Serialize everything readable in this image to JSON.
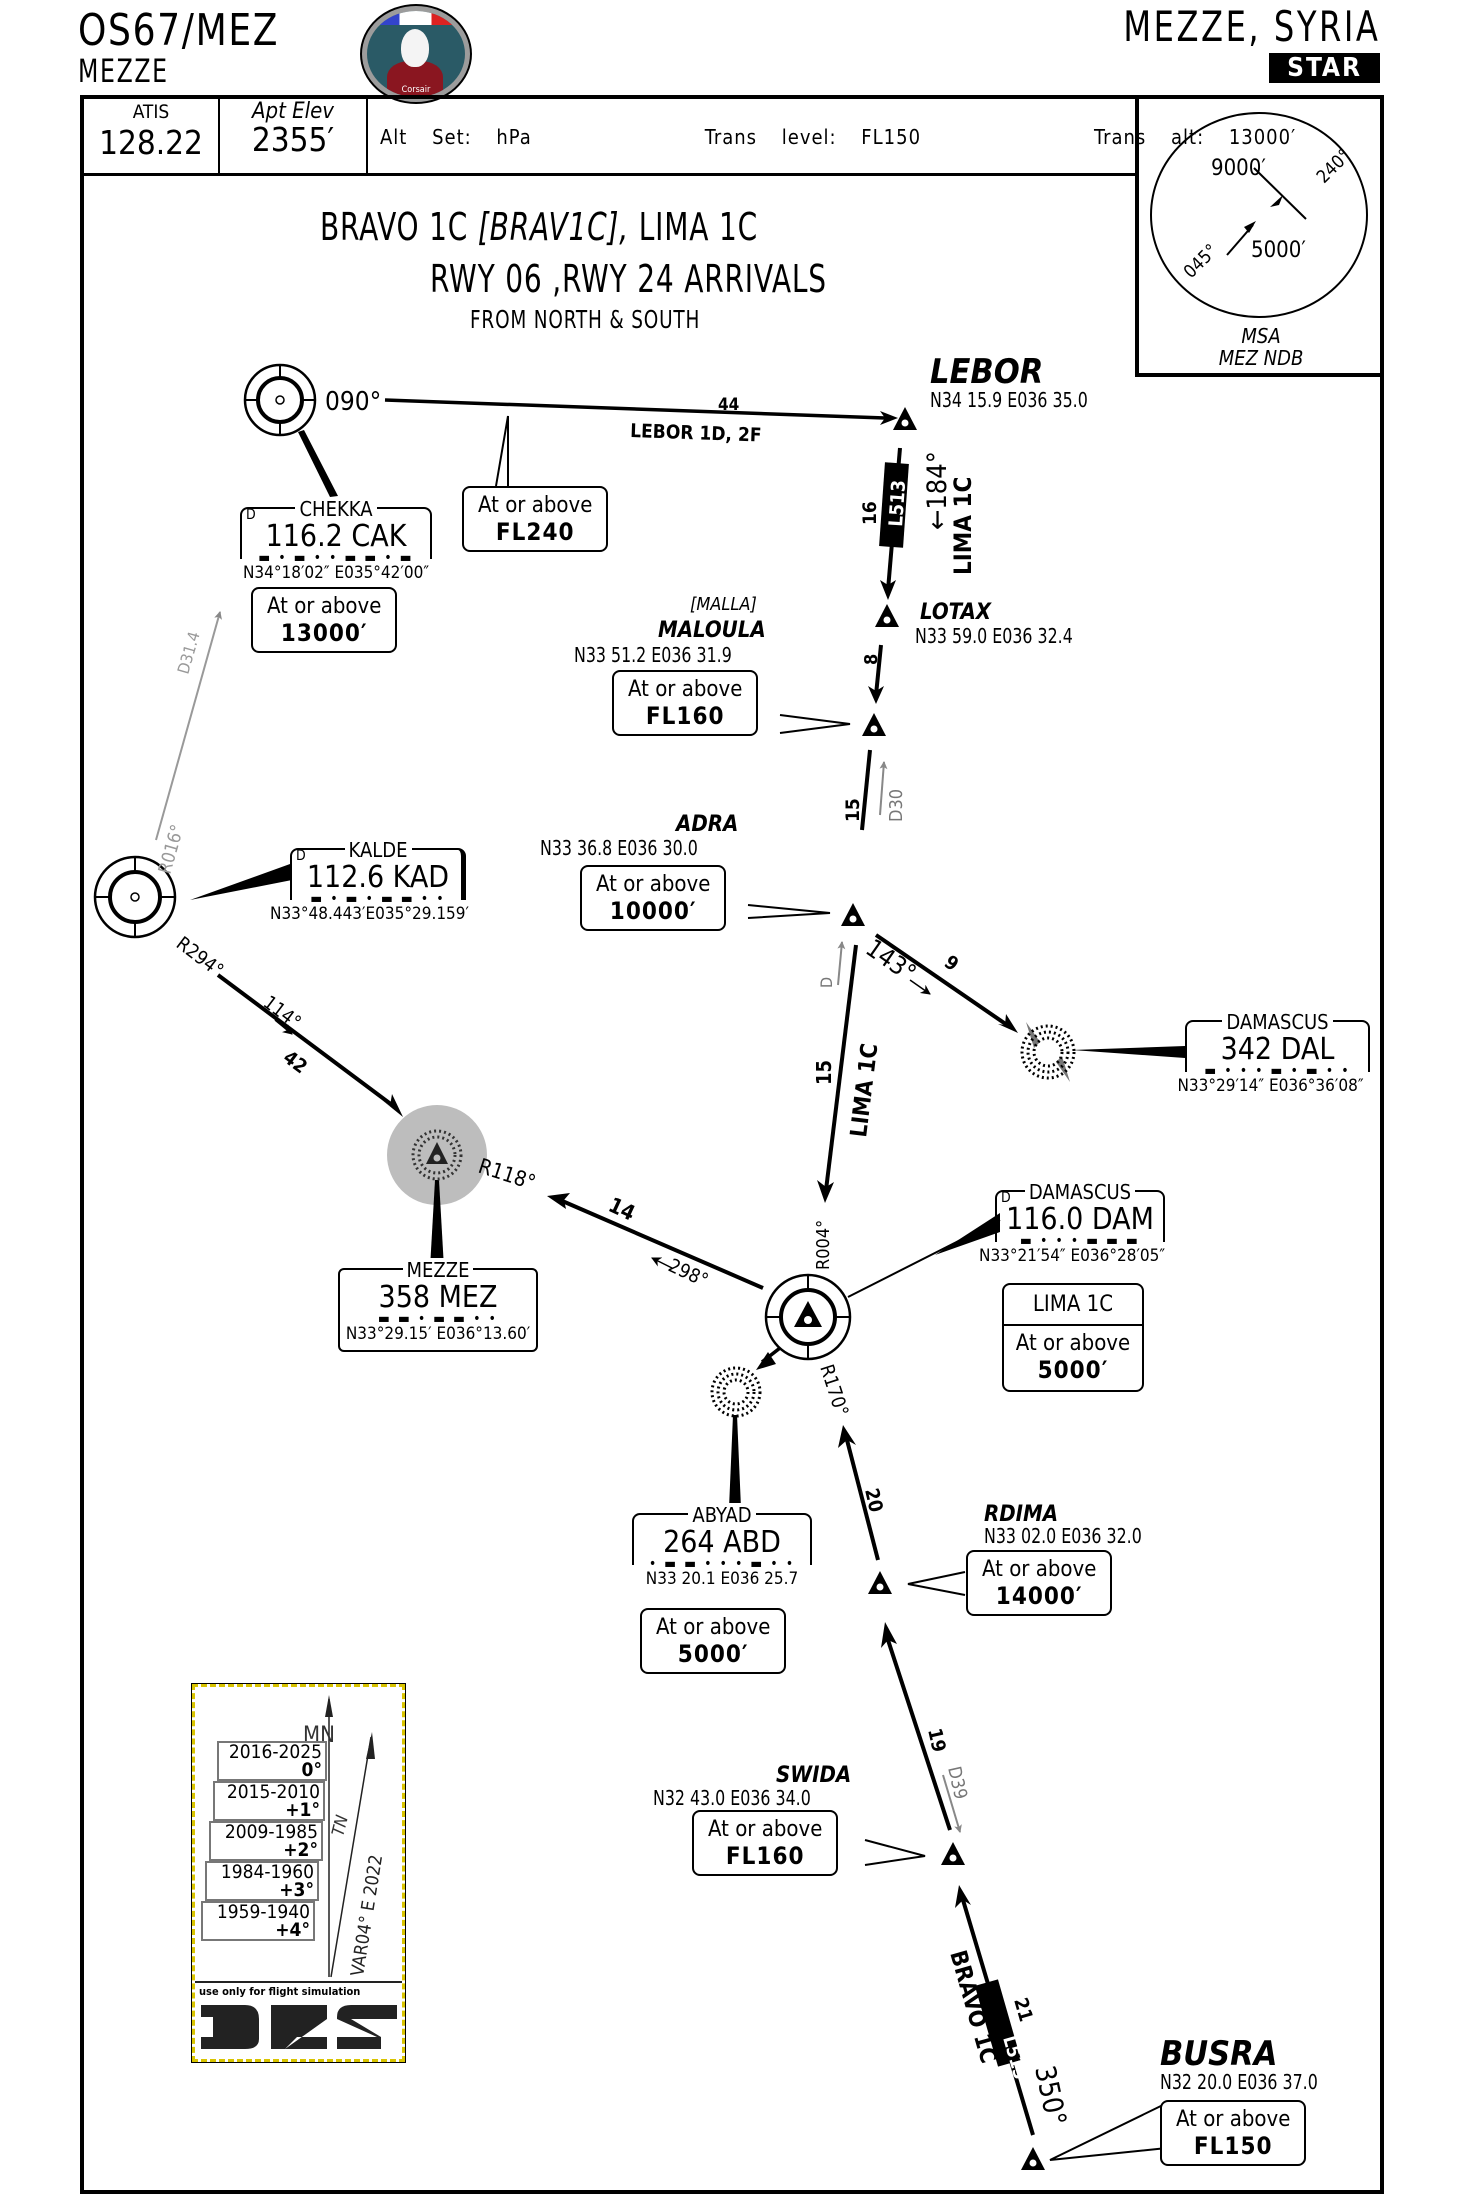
{
  "header": {
    "airport_code": "OS67/MEZ",
    "airport_name": "MEZZE",
    "location": "MEZZE, SYRIA",
    "chart_type": "STAR",
    "logo_text": "Corsair"
  },
  "info_bar": {
    "atis_label": "ATIS",
    "atis_freq": "128.22",
    "elev_label": "Apt Elev",
    "elev_value": "2355′",
    "alt_set": "Alt Set: hPa",
    "trans_level": "Trans level: FL150",
    "trans_alt": "Trans alt: 13000′"
  },
  "msa": {
    "upper_alt": "9000′",
    "lower_alt": "5000′",
    "bearing_ne": "240°",
    "bearing_sw": "045°",
    "label": "MSA",
    "ref": "MEZ  NDB"
  },
  "title": {
    "line1_a": "BRAVO 1C",
    "line1_code": "[BRAV1C],",
    "line1_b": "LIMA 1C",
    "line2": "RWY 06 ,RWY 24 ARRIVALS",
    "line3": "FROM NORTH & SOUTH"
  },
  "fixes": {
    "lebor": {
      "name": "LEBOR",
      "coord": "N34 15.9 E036 35.0"
    },
    "lotax": {
      "name": "LOTAX",
      "coord": "N33 59.0 E036 32.4"
    },
    "maloula": {
      "alias": "[MALLA]",
      "name": "MALOULA",
      "coord": "N33 51.2 E036 31.9",
      "alt_label": "At or above",
      "alt_value": "FL160"
    },
    "adra": {
      "name": "ADRA",
      "coord": "N33 36.8 E036 30.0",
      "alt_label": "At or above",
      "alt_value": "10000′"
    },
    "rdima": {
      "name": "RDIMA",
      "coord": "N33 02.0 E036 32.0",
      "alt_label": "At or above",
      "alt_value": "14000′"
    },
    "swida": {
      "name": "SWIDA",
      "coord": "N32 43.0 E036 34.0",
      "alt_label": "At or above",
      "alt_value": "FL160"
    },
    "busra": {
      "name": "BUSRA",
      "coord": "N32 20.0 E036 37.0",
      "alt_label": "At or above",
      "alt_value": "FL150"
    }
  },
  "navaids": {
    "chekka": {
      "name": "CHEKKA",
      "dme": "D",
      "freq": "116.2 CAK",
      "morse": "▬ • ▬ •  • ▬  ▬ • ▬",
      "coord": "N34°18′02″ E035°42′00″",
      "alt_label": "At or above",
      "alt_value": "13000′"
    },
    "kalde": {
      "name": "KALDE",
      "dme": "D",
      "freq": "112.6 KAD",
      "morse": "▬ • ▬  • ▬  ▬ • •",
      "coord": "N33°48.443′E035°29.159′"
    },
    "dal": {
      "name": "DAMASCUS",
      "freq": "342 DAL",
      "morse": "▬ • •  • ▬  • ▬ • •",
      "coord": "N33°29′14″ E036°36′08″"
    },
    "mez": {
      "name": "MEZZE",
      "freq": "358 MEZ",
      "morse": "▬ ▬  •  ▬ ▬ • •",
      "coord": "N33°29.15′ E036°13.60′"
    },
    "dam": {
      "name": "DAMASCUS",
      "dme": "D",
      "freq": "116.0 DAM",
      "morse": "▬ • •  • ▬  ▬ ▬",
      "coord": "N33°21′54″ E036°28′05″",
      "proc": "LIMA 1C",
      "alt_label": "At or above",
      "alt_value": "5000′"
    },
    "abyad": {
      "name": "ABYAD",
      "freq": "264 ABD",
      "morse": "• ▬  ▬ • • •  ▬ • •",
      "coord": "N33 20.1 E036 25.7",
      "alt_label": "At or above",
      "alt_value": "5000′"
    }
  },
  "leg_labels": {
    "cak_radial": "090°",
    "cak_lebor_dist": "44",
    "cak_lebor_name": "LEBOR 1D, 2F",
    "cak_alt_label": "At or above",
    "cak_alt_value": "FL240",
    "lebor_lotax_dist": "16",
    "airway": "L513",
    "lebor_lotax_course": "←184°",
    "lima_proc": "LIMA 1C",
    "lotax_malla_dist": "8",
    "malla_adra_dist": "15",
    "malla_dme": "D30",
    "adra_dam_dist": "15",
    "adra_dam_dme": "D",
    "adra_dal_course": "143°",
    "adra_dal_dist": "9",
    "kad_radial_out": "R016°",
    "kad_dme": "D31.4",
    "kad_radial": "R294°",
    "kad_mez_course": "114°",
    "kad_mez_dist": "42",
    "mez_radial": "R118°",
    "dam_mez_dist": "14",
    "dam_mez_course": "298°",
    "dam_r004": "R004°",
    "dam_r170": "R170°",
    "rdima_dam_dist": "20",
    "swida_rdima_dist": "19",
    "swida_dme": "D39",
    "busra_swida_dist": "21",
    "bravo_proc": "BRAVO 1C",
    "busra_course": "350°"
  },
  "magvar": {
    "mn": "MN",
    "tn": "TN",
    "var": "VAR04° E 2022",
    "rows": [
      {
        "years": "2016-2025",
        "corr": "0°"
      },
      {
        "years": "2015-2010",
        "corr": "+1°"
      },
      {
        "years": "2009-1985",
        "corr": "+2°"
      },
      {
        "years": "1984-1960",
        "corr": "+3°"
      },
      {
        "years": "1959-1940",
        "corr": "+4°"
      }
    ],
    "disclaimer": "use only for flight simulation",
    "brand": "DCS"
  }
}
